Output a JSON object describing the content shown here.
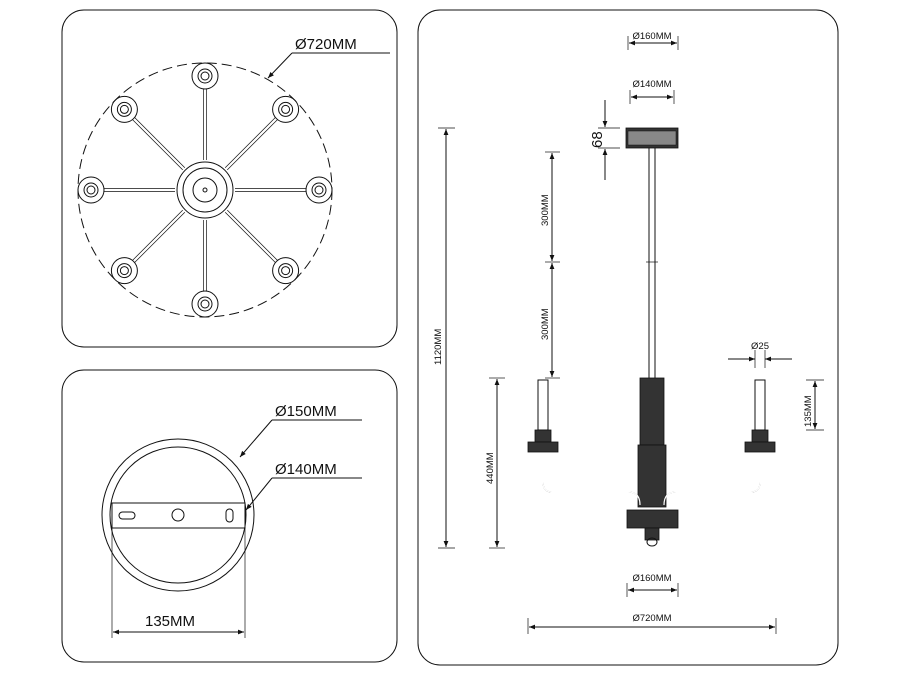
{
  "top_view": {
    "diameter_label": "Ø720MM",
    "arm_count": 8
  },
  "mount_plate": {
    "outer_label": "Ø150MM",
    "inner_label": "Ø140MM",
    "width_label": "135MM"
  },
  "side_view": {
    "canopy_top_label": "Ø160MM",
    "canopy_inner_label": "Ø140MM",
    "canopy_height_label": "68",
    "total_height_label": "1120MM",
    "rod_segment_1_label": "300MM",
    "rod_segment_2_label": "300MM",
    "body_height_label": "440MM",
    "candle_diameter_label": "Ø25",
    "candle_height_label": "135MM",
    "bottom_cup_label": "Ø160MM",
    "span_label": "Ø720MM"
  }
}
